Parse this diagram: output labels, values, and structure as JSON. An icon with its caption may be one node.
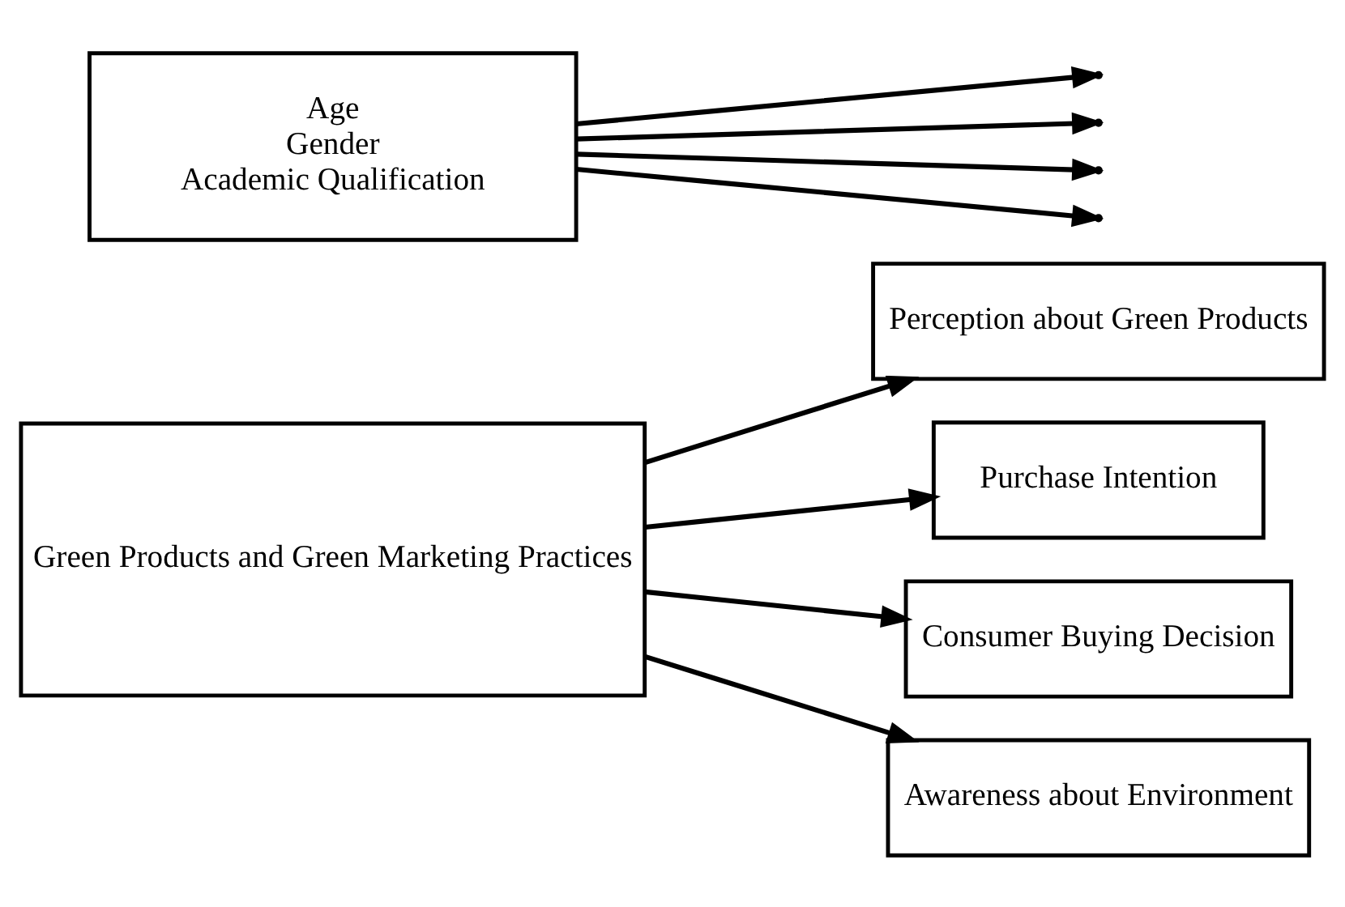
{
  "diagram": {
    "nodes": [
      {
        "text": [
          "Green Products and Green Marketing Practices"
        ]
      },
      {
        "text": [
          "Perception about Green Products"
        ]
      },
      {
        "text": [
          "Purchase Intention"
        ]
      },
      {
        "text": [
          "Consumer Buying Decision"
        ]
      },
      {
        "text": [
          "Awareness about Environment"
        ]
      },
      {
        "text": [
          "Age",
          "Gender",
          "Academic Qualification"
        ]
      }
    ],
    "edges": [
      {
        "from": 0,
        "to": 1,
        "arrow": "to"
      },
      {
        "from": 0,
        "to": 2,
        "arrow": "to"
      },
      {
        "from": 0,
        "to": 3,
        "arrow": "to"
      },
      {
        "from": 0,
        "to": 4,
        "arrow": "to"
      },
      {
        "from": 5,
        "to": null,
        "arrow": "to"
      },
      {
        "from": 5,
        "to": null,
        "arrow": "to"
      },
      {
        "from": 5,
        "to": null,
        "arrow": "to"
      },
      {
        "from": 5,
        "to": null,
        "arrow": "to"
      }
    ]
  }
}
